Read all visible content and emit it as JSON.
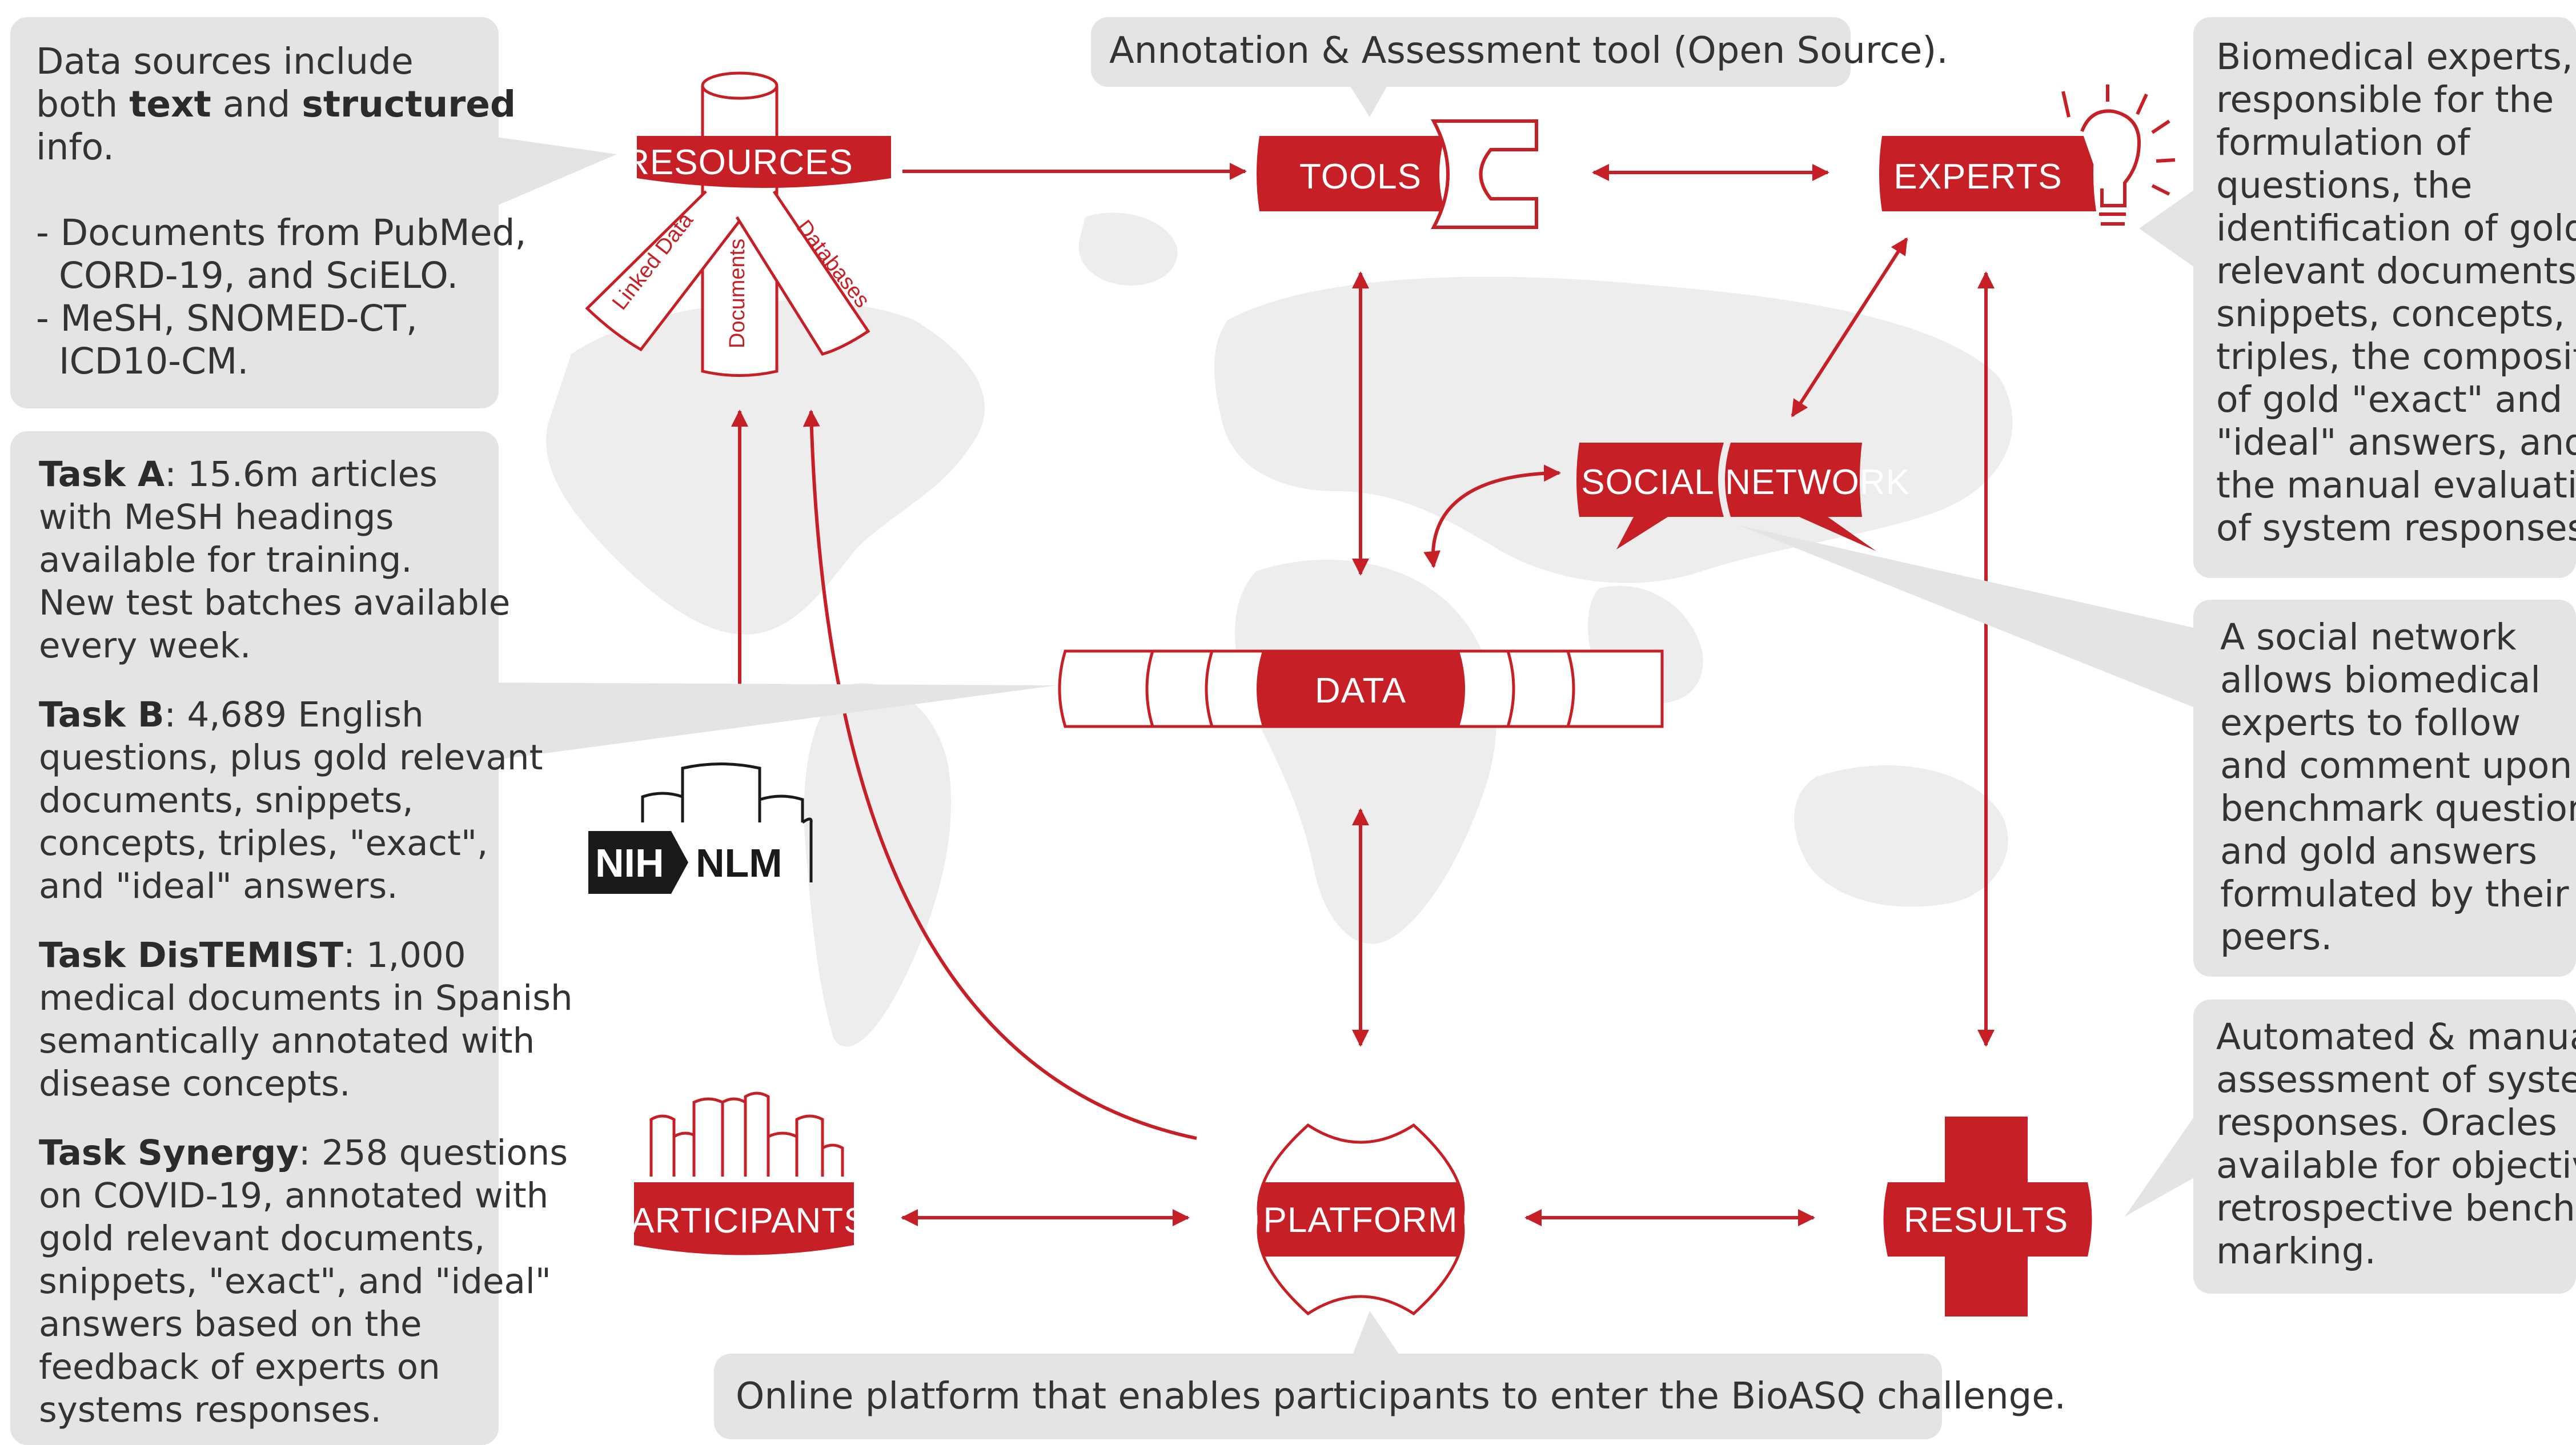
{
  "nodes": {
    "resources": "RESOURCES",
    "tools": "TOOLS",
    "experts": "EXPERTS",
    "social": "SOCIAL",
    "network": "NETWORK",
    "data": "DATA",
    "participants": "PARTICIPANTS",
    "platform": "PLATFORM",
    "results": "RESULTS"
  },
  "resource_types": [
    "Linked Data",
    "Documents",
    "Databases"
  ],
  "logo": {
    "nih": "NIH",
    "nlm": "NLM"
  },
  "callouts": {
    "tools": "Annotation & Assessment tool (Open Source).",
    "platform": "Online platform that enables participants to enter the BioASQ challenge.",
    "data_sources": {
      "intro_1": "Data sources include",
      "intro_2_pre": "both ",
      "intro_2_bold1": "text",
      "intro_2_mid": " and ",
      "intro_2_bold2": "structured",
      "intro_3": "info.",
      "item1_a": "- Documents from PubMed,",
      "item1_b": "  CORD-19, and SciELO.",
      "item2_a": "- MeSH, SNOMED-CT,",
      "item2_b": "  ICD10-CM."
    },
    "tasks": {
      "a_title": "Task A",
      "a_lines": [
        ": 15.6m articles",
        "with MeSH headings",
        "available for training.",
        "New test batches available",
        "every week."
      ],
      "b_title": "Task B",
      "b_lines": [
        ": 4,689 English",
        "questions, plus gold relevant",
        "documents, snippets,",
        "concepts, triples, \"exact\",",
        "and \"ideal\" answers."
      ],
      "d_title": "Task DisTEMIST",
      "d_lines": [
        ": 1,000",
        "medical documents in Spanish",
        "semantically annotated with",
        "disease concepts."
      ],
      "s_title": "Task Synergy",
      "s_lines": [
        ": 258 questions",
        "on COVID-19, annotated with",
        "gold relevant documents,",
        "snippets, \"exact\", and \"ideal\"",
        "answers based on the",
        "feedback of experts on",
        "systems responses."
      ]
    },
    "experts_lines": [
      "Biomedical experts,",
      "responsible for the",
      "formulation of",
      "questions, the",
      "identification of gold",
      "relevant documents,",
      "snippets, concepts,",
      "triples, the composition",
      "of gold \"exact\" and",
      "\"ideal\" answers, and",
      "the manual evaluation",
      "of system responses."
    ],
    "social_lines": [
      "A social network",
      "allows biomedical",
      "experts to follow",
      "and comment upon",
      "benchmark questions",
      "and gold answers",
      "formulated by their",
      "peers."
    ],
    "results_lines": [
      "Automated & manual",
      "assessment of system",
      "responses. Oracles",
      "available for objective",
      "retrospective bench-",
      "marking."
    ]
  },
  "colors": {
    "accent": "#c62026",
    "bubble": "#e4e4e4",
    "map": "#ececec"
  }
}
